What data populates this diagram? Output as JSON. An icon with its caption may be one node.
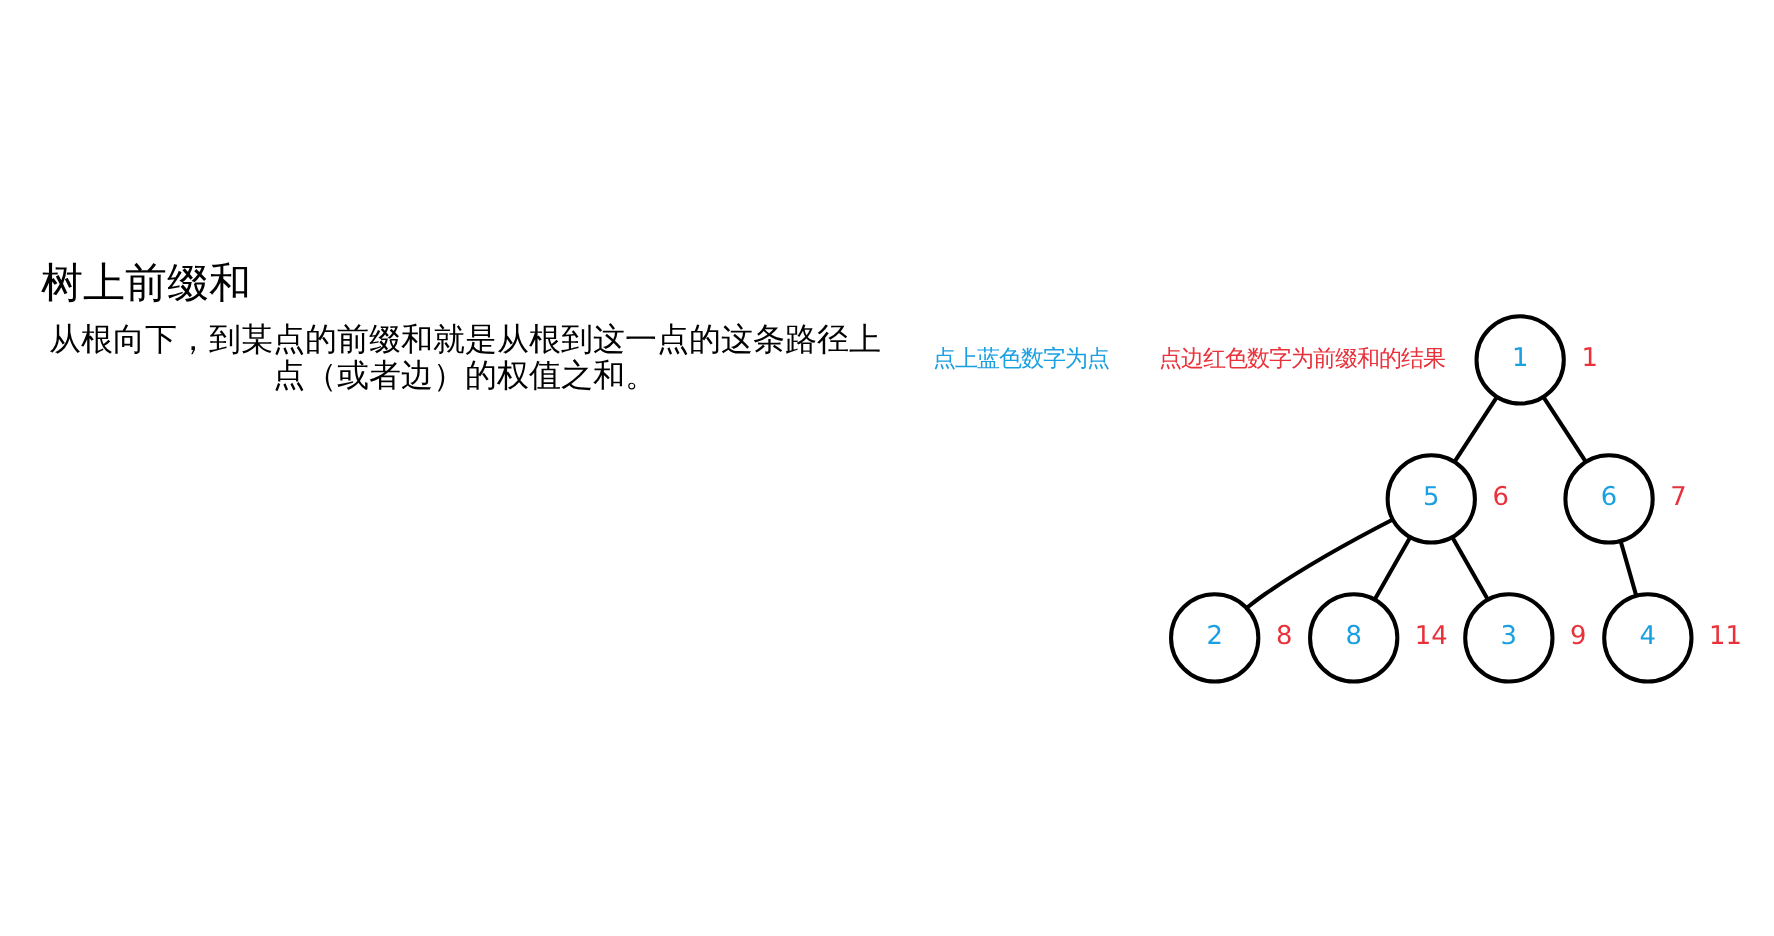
{
  "diagram": {
    "title": "树上前缀和",
    "nodes": [
      {
        "text": [
          "1"
        ],
        "beside": [
          "1"
        ]
      },
      {
        "text": [
          "5"
        ],
        "beside": [
          "6"
        ]
      },
      {
        "text": [
          "6"
        ],
        "beside": [
          "7"
        ]
      },
      {
        "text": [
          "2"
        ],
        "beside": [
          "8"
        ]
      },
      {
        "text": [
          "8"
        ],
        "beside": [
          "14"
        ]
      },
      {
        "text": [
          "3"
        ],
        "beside": [
          "9"
        ]
      },
      {
        "text": [
          "4"
        ],
        "beside": [
          "11"
        ]
      }
    ],
    "edges": [
      {
        "from": 0,
        "to": 1,
        "arrow": "none"
      },
      {
        "from": 0,
        "to": 2,
        "arrow": "none"
      },
      {
        "from": 1,
        "to": 3,
        "arrow": "none"
      },
      {
        "from": 1,
        "to": 4,
        "arrow": "none"
      },
      {
        "from": 1,
        "to": 5,
        "arrow": "none"
      },
      {
        "from": 2,
        "to": 6,
        "arrow": "none"
      }
    ],
    "labels": [
      "从根向下，到某点的前缀和就是从根到这一点的这条路径上点（或者边）的权值之和。",
      "点上蓝色数字为点",
      "点边红色数字为前缀和的结果"
    ]
  }
}
